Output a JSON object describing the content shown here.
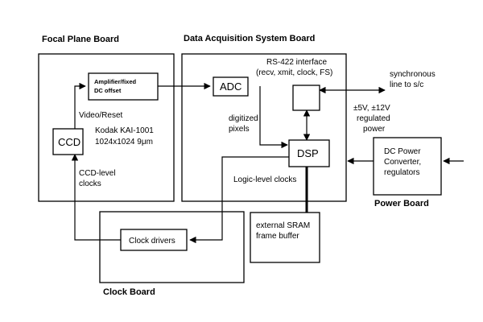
{
  "boards": {
    "focal_plane": "Focal Plane Board",
    "das": "Data Acquisition System Board",
    "clock": "Clock Board",
    "power": "Power Board"
  },
  "blocks": {
    "amplifier": [
      "Amplifier/fixed",
      "DC offset"
    ],
    "ccd": "CCD",
    "adc": "ADC",
    "dsp": "DSP",
    "clock_drivers": "Clock drivers",
    "sram": [
      "external SRAM",
      "frame buffer"
    ],
    "power_converter": [
      "DC Power",
      "Converter,",
      "regulators"
    ]
  },
  "labels": {
    "video_reset": "Video/Reset",
    "sensor": [
      "Kodak KAI-1001",
      "1024x1024 9μm"
    ],
    "ccd_clocks": [
      "CCD-level",
      "clocks"
    ],
    "rs422": [
      "RS-422 interface",
      "(recv, xmit, clock, FS)"
    ],
    "digitized": [
      "digitized",
      "pixels"
    ],
    "logic_clocks": "Logic-level clocks",
    "sync_line": [
      "synchronous",
      "line to s/c"
    ],
    "power_rails": [
      "±5V, ±12V",
      "regulated",
      "power"
    ]
  }
}
